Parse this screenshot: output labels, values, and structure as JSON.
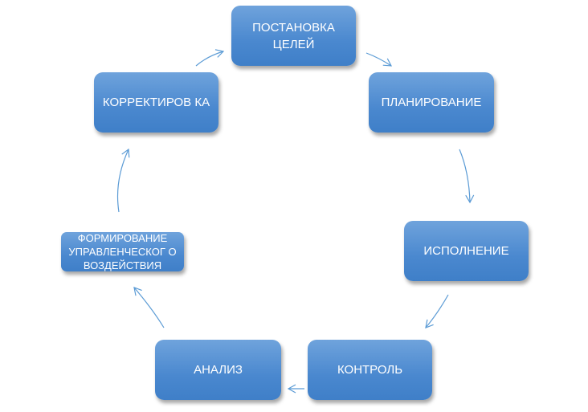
{
  "nodes": {
    "goal": "ПОСТАНОВКА ЦЕЛЕЙ",
    "plan": "ПЛАНИРОВАНИЕ",
    "exec": "ИСПОЛНЕНИЕ",
    "control": "КОНТРОЛЬ",
    "analysis": "АНАЛИЗ",
    "influence": "ФОРМИРОВАНИЕ УПРАВЛЕНЧЕСКОГ О ВОЗДЕЙСТВИЯ",
    "correction": "КОРРЕКТИРОВ КА"
  },
  "colors": {
    "box": "#4a88cf",
    "arrow": "#5b9bd5"
  }
}
